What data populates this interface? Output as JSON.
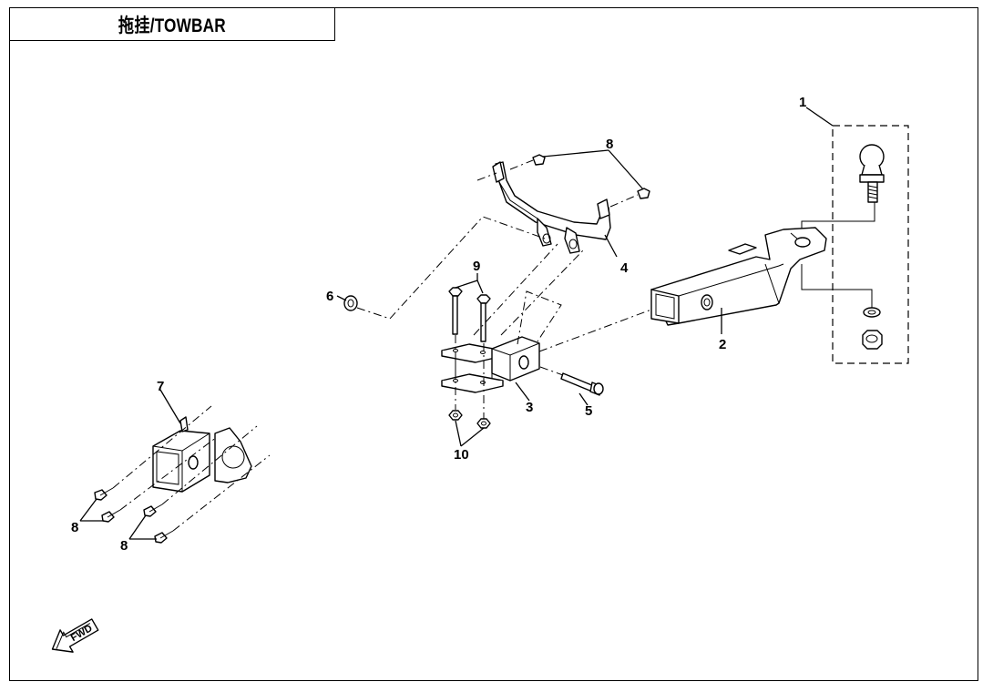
{
  "title": "拖挂/TOWBAR",
  "fwd_label": "FWD",
  "callouts": {
    "c1": "1",
    "c2": "2",
    "c3": "3",
    "c4": "4",
    "c5": "5",
    "c6": "6",
    "c7": "7",
    "c8_top": "8",
    "c8_left_a": "8",
    "c8_left_b": "8",
    "c9": "9",
    "c10": "10"
  }
}
